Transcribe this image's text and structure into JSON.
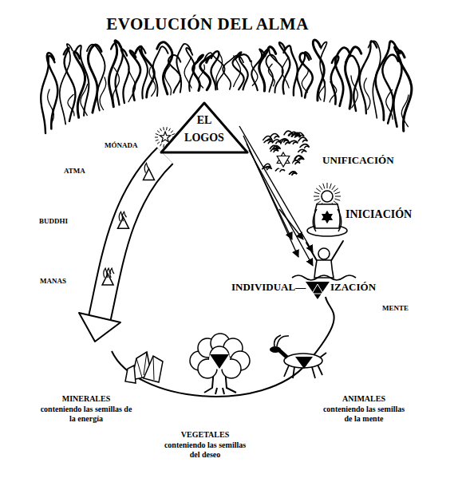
{
  "diagram": {
    "title": "EVOLUCIÓN DEL ALMA",
    "nodes": [
      {
        "text": [
          "EL LOGOS"
        ]
      }
    ],
    "labels": [
      "MÓNADA",
      "ATMA",
      "BUDDHI",
      "MANAS",
      "UNIFICACIÓN",
      "INICIACIÓN",
      "INDIVIDUAL—",
      "IZACIÓN",
      "MENTE",
      "MINERALES",
      "conteniendo las semillas de la energía",
      "VEGETALES",
      "conteniendo las semillas del deseo",
      "ANIMALES",
      "conteniendo las semillas de la mente"
    ]
  }
}
